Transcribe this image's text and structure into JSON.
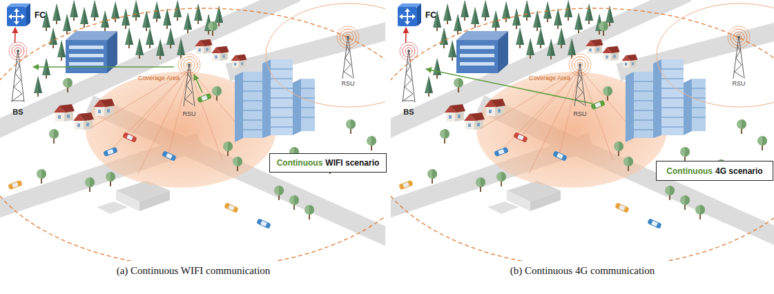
{
  "diagram": {
    "nodes": [
      {
        "text": [
          "FC"
        ]
      },
      {
        "text": [
          "BS"
        ]
      },
      {
        "text": [
          "RSU"
        ]
      },
      {
        "text": [
          "RSU"
        ]
      },
      {
        "text": [
          "Continuous",
          "WIFI scenario"
        ]
      },
      {
        "text": [
          "FC"
        ]
      },
      {
        "text": [
          "BS"
        ]
      },
      {
        "text": [
          "RSU"
        ]
      },
      {
        "text": [
          "RSU"
        ]
      },
      {
        "text": [
          "Continuous",
          "4G scenario"
        ]
      }
    ],
    "edges": [
      {
        "from": 1,
        "to": 0,
        "arrow": "to"
      },
      {
        "from": 2,
        "to": 1,
        "arrow": "to"
      },
      {
        "from": 6,
        "to": 5,
        "arrow": "to"
      }
    ],
    "labels": [
      "Coverage Area",
      "Coverage Area",
      "(a) Continuous WIFI communication",
      "(b) Continuous 4G communication"
    ]
  }
}
